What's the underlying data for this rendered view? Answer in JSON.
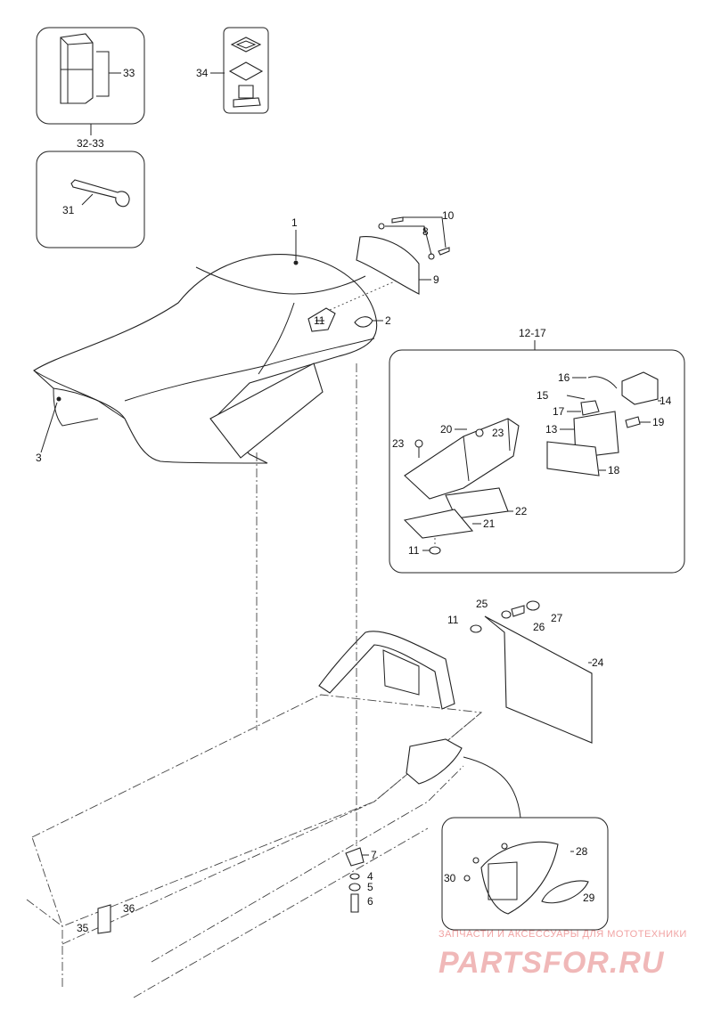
{
  "callouts": {
    "c1": "1",
    "c2": "2",
    "c3": "3",
    "c4": "4",
    "c5": "5",
    "c6": "6",
    "c7": "7",
    "c8": "8",
    "c9": "9",
    "c10": "10",
    "c11a": "11",
    "c11b": "11",
    "c11c": "11",
    "c12_17": "12-17",
    "c13": "13",
    "c14": "14",
    "c15": "15",
    "c16": "16",
    "c17": "17",
    "c18": "18",
    "c19": "19",
    "c20": "20",
    "c21": "21",
    "c22": "22",
    "c23a": "23",
    "c23b": "23",
    "c24": "24",
    "c25": "25",
    "c26": "26",
    "c27": "27",
    "c28": "28",
    "c29": "29",
    "c30": "30",
    "c31": "31",
    "c32_33": "32-33",
    "c33": "33",
    "c34": "34",
    "c35": "35",
    "c36": "36"
  },
  "watermark": {
    "line1": "ЗАПЧАСТИ И АКСЕССУАРЫ ДЛЯ МОТОТЕХНИКИ",
    "line2": "PARTSFOR.RU"
  },
  "colors": {
    "line": "#222222",
    "watermark": "#f0b8b8"
  }
}
